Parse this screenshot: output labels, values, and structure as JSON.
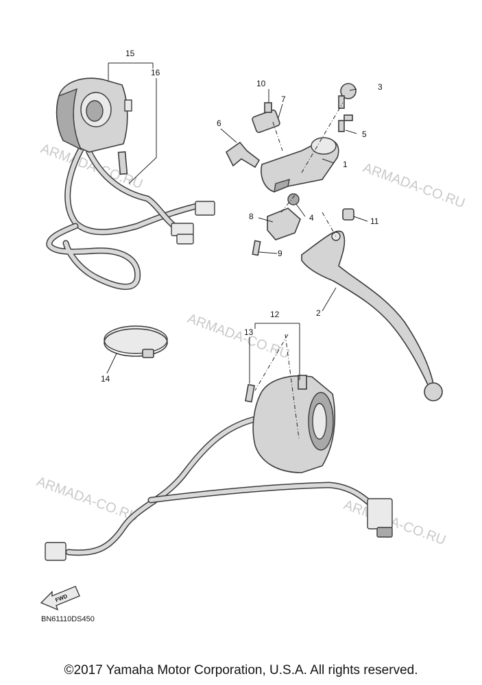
{
  "callouts": {
    "c1": "1",
    "c2": "2",
    "c3": "3",
    "c4": "4",
    "c5": "5",
    "c6": "6",
    "c7": "7",
    "c8": "8",
    "c9": "9",
    "c10": "10",
    "c11": "11",
    "c12": "12",
    "c13": "13",
    "c14": "14",
    "c15": "15",
    "c16": "16"
  },
  "watermark_text": "ARMADA-CO.RU",
  "fwd_label": "FWD",
  "diagram_code": "BN61110DS450",
  "copyright": "©2017 Yamaha Motor Corporation, U.S.A. All rights reserved.",
  "colors": {
    "part_fill": "#d4d4d4",
    "outline": "#3a3a3a",
    "watermark": "#c9c9c9"
  }
}
